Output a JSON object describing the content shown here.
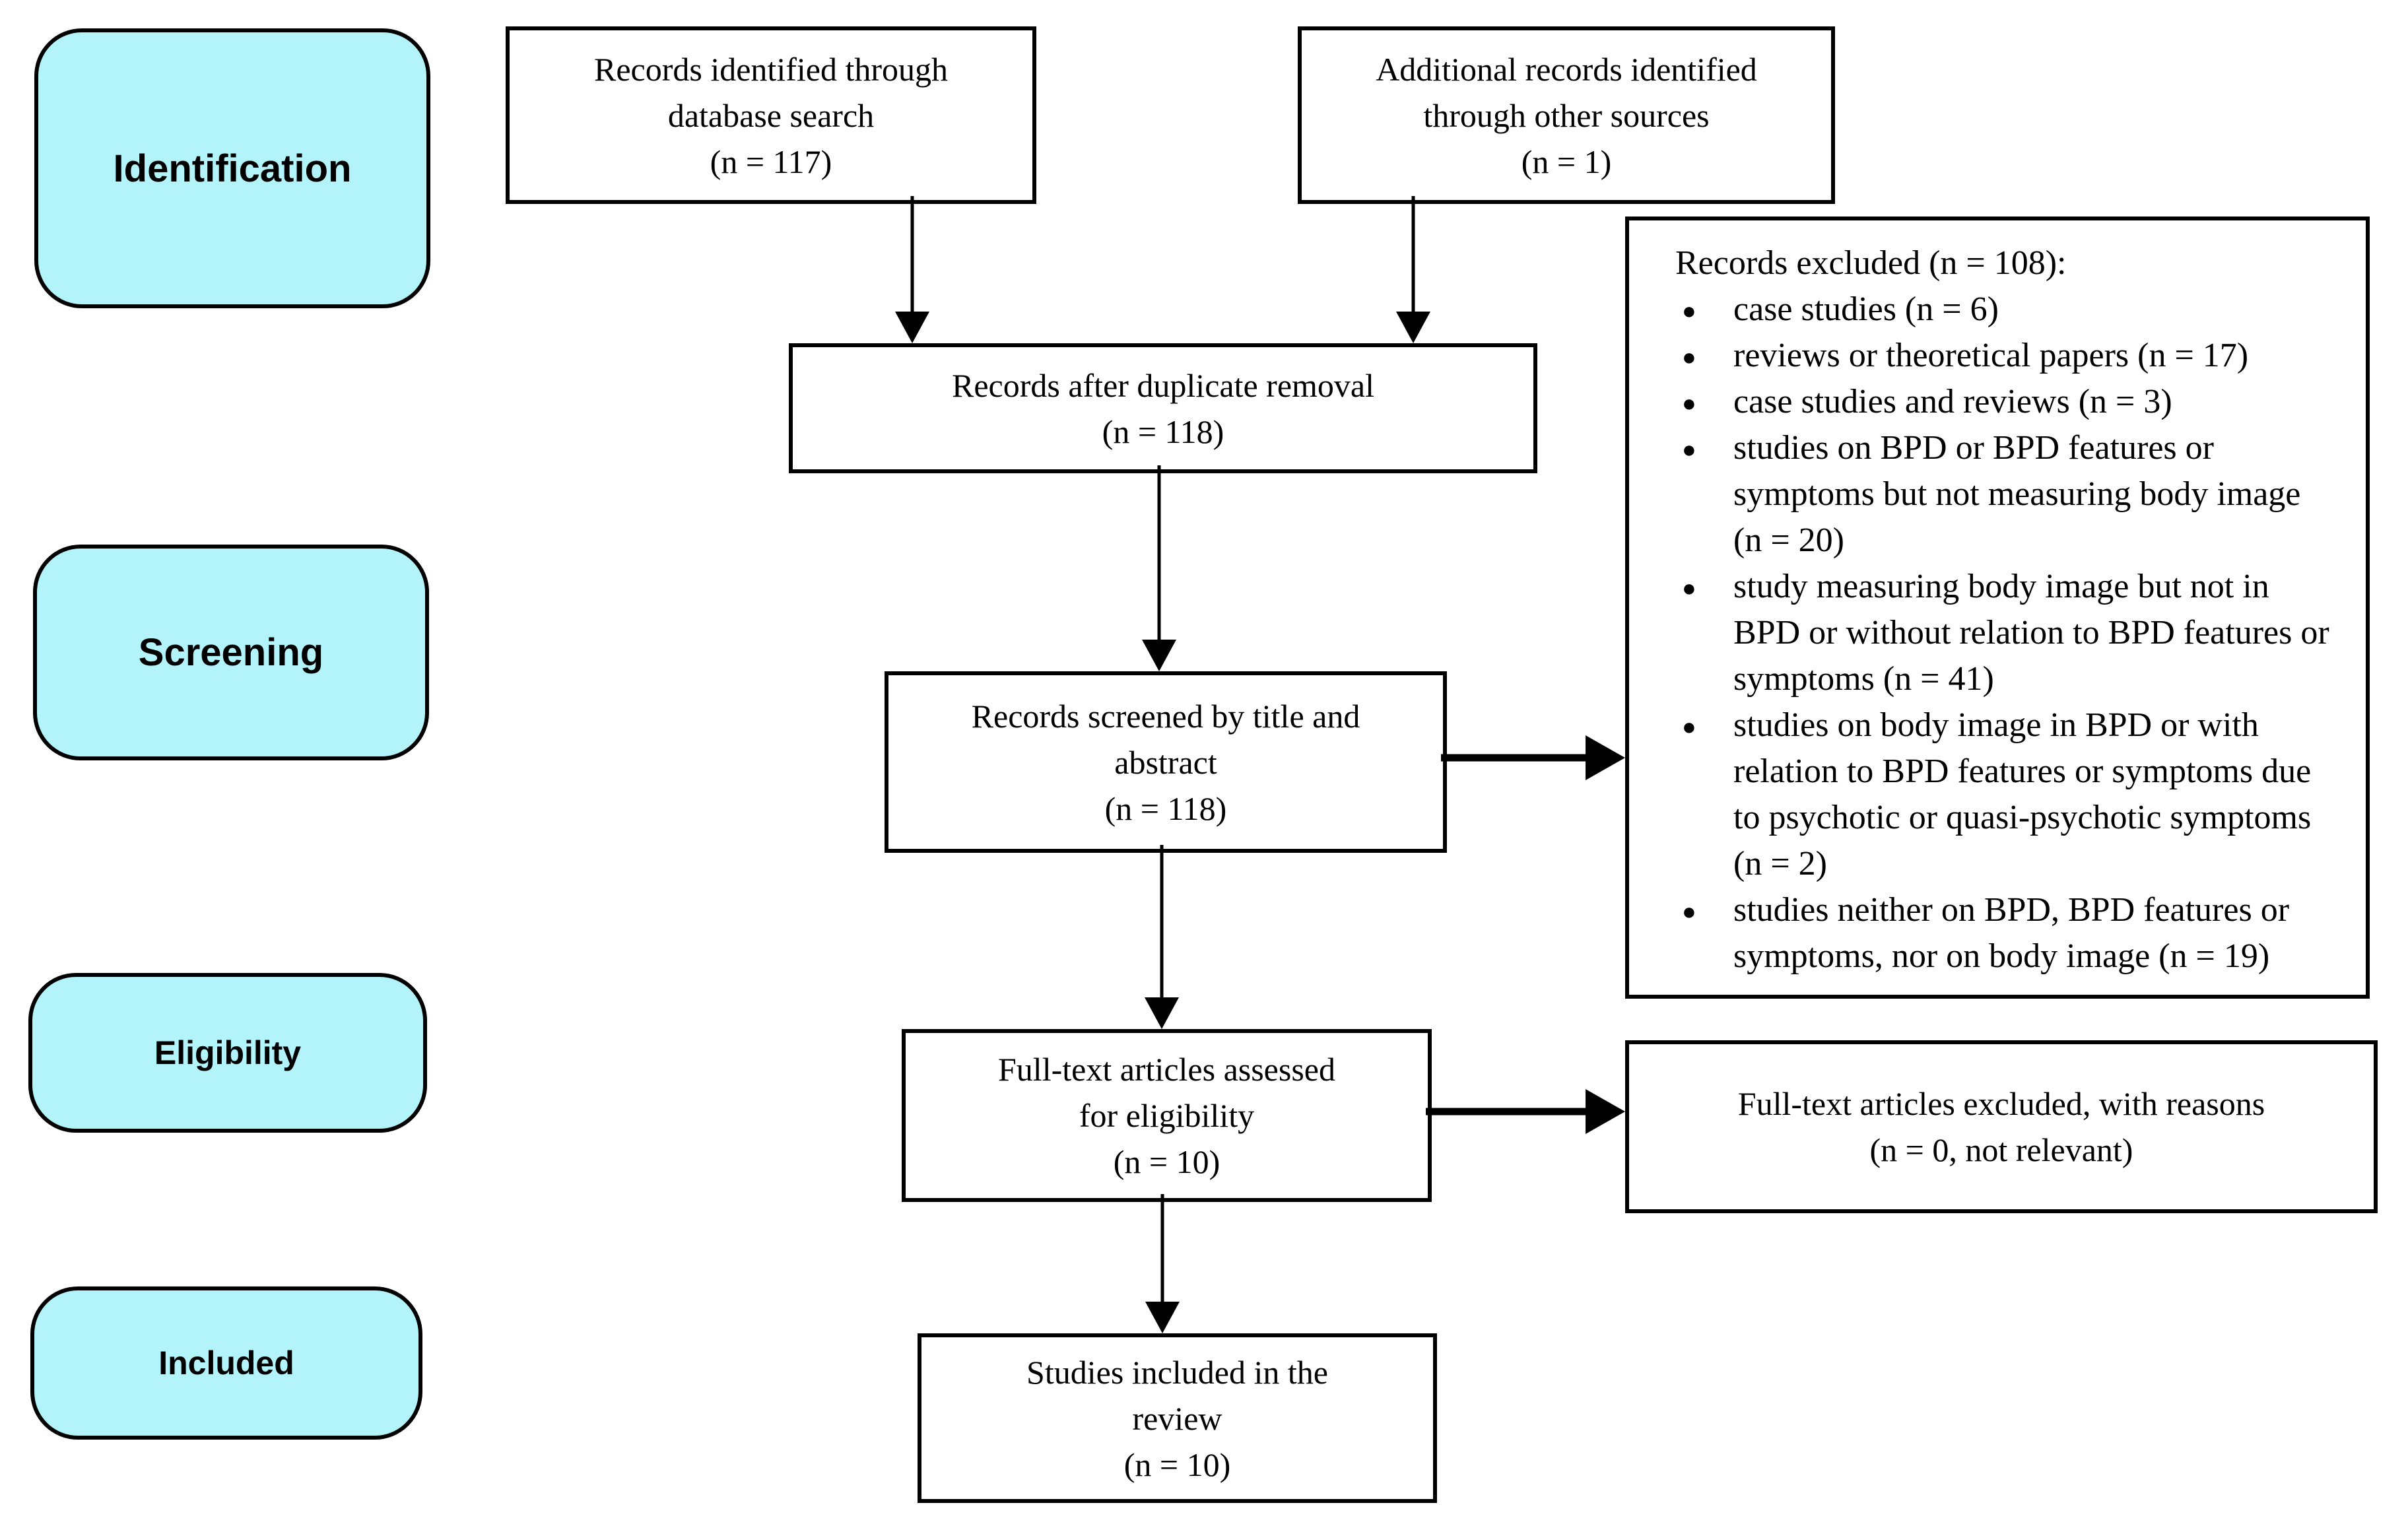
{
  "colors": {
    "stage_fill": "#B2F4FA",
    "line": "#000000",
    "background": "#FFFFFF"
  },
  "stages": {
    "identification": "Identification",
    "screening": "Screening",
    "eligibility": "Eligibility",
    "included": "Included"
  },
  "flow": {
    "database_search": "Records identified through\ndatabase search\n(n = 117)",
    "other_sources": "Additional records identified\nthrough other sources\n(n = 1)",
    "after_duplicates": "Records after duplicate removal\n(n = 118)",
    "screened": "Records screened by title and\nabstract\n(n = 118)",
    "fulltext_assessed": "Full-text articles assessed\nfor eligibility\n(n = 10)",
    "included_studies": "Studies included in the\nreview\n(n = 10)"
  },
  "exclusions": {
    "header": "Records excluded (n = 108):",
    "items": [
      "case studies (n = 6)",
      "reviews or theoretical papers (n = 17)",
      "case studies and reviews (n = 3)",
      "studies on BPD or BPD features or symptoms but not measuring body image (n = 20)",
      "study measuring body image but not in BPD or without relation to BPD features or symptoms (n = 41)",
      "studies on body image in BPD or with relation to BPD features or symptoms due to psychotic or quasi-psychotic symptoms (n = 2)",
      "studies neither on BPD, BPD features or symptoms, nor on body image (n = 19)"
    ]
  },
  "fulltext_excluded": "Full-text articles excluded, with reasons\n(n = 0, not relevant)"
}
